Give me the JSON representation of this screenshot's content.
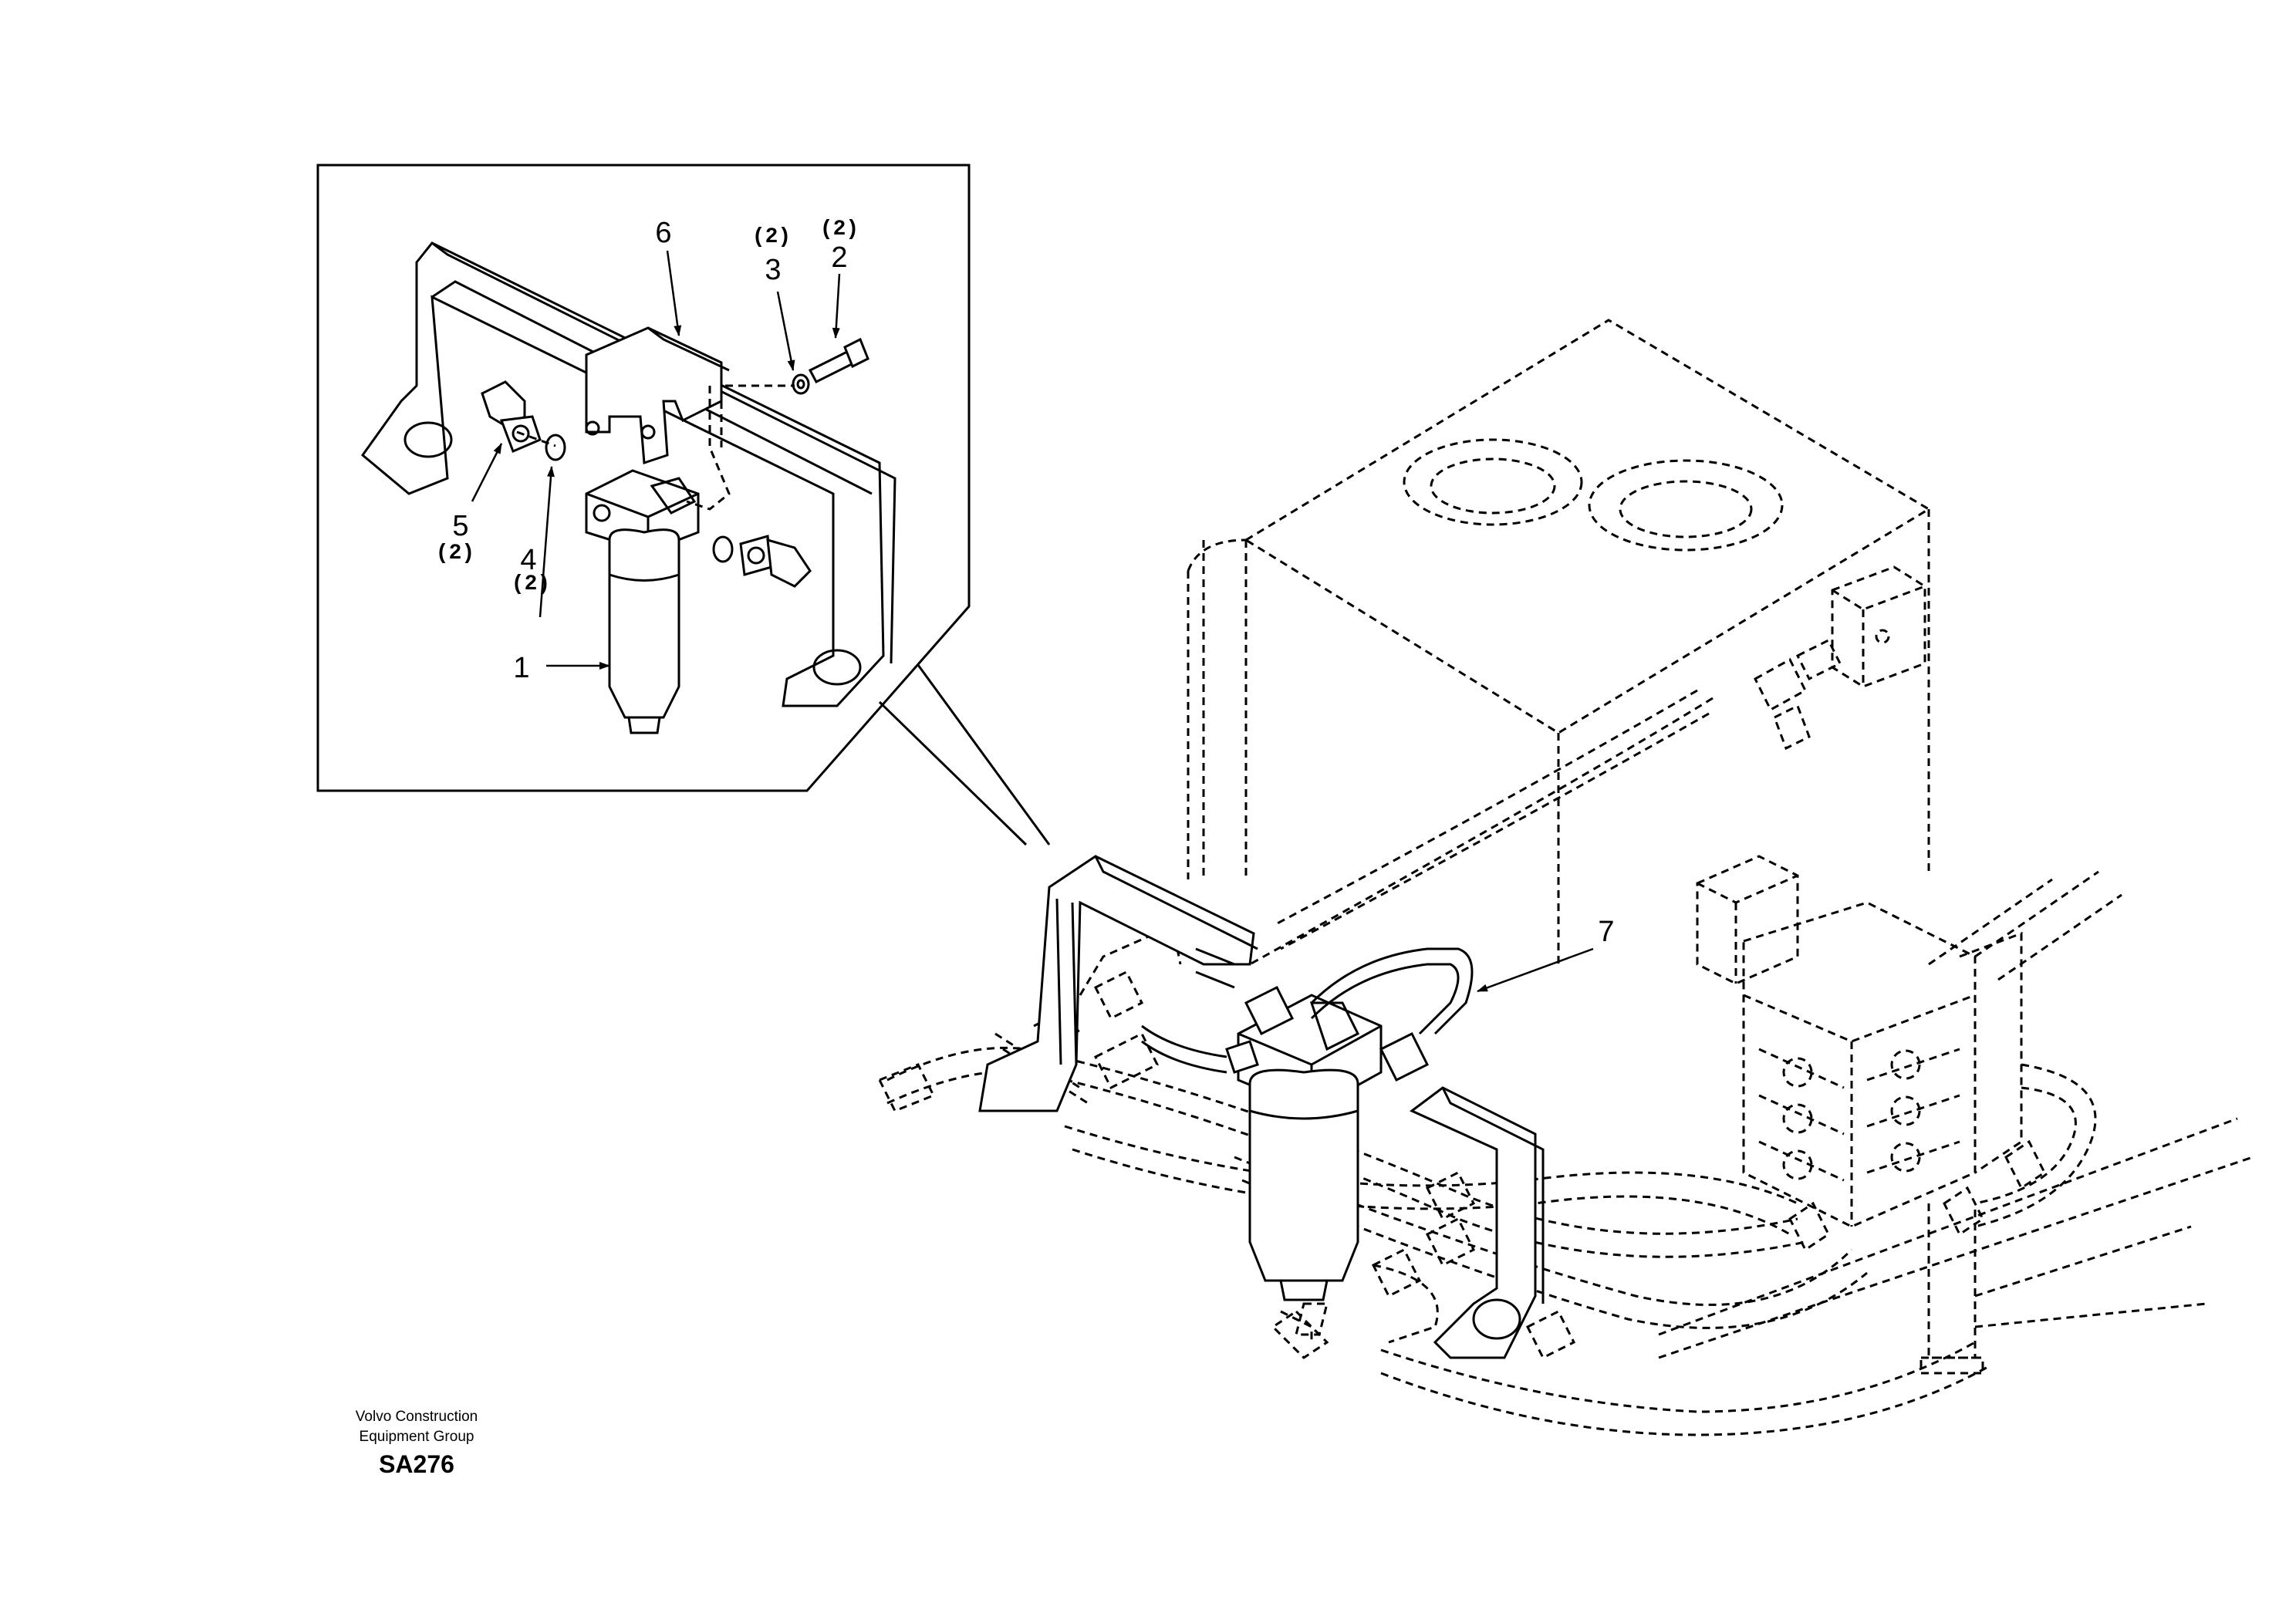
{
  "callouts": {
    "item_1": "1",
    "item_2": "2",
    "item_3": "3",
    "item_4": "4",
    "item_5": "5",
    "item_6": "6",
    "item_7": "7"
  },
  "quantities": {
    "item_2": "(2)",
    "item_3": "(2)",
    "item_4": "(2)",
    "item_5": "(2)"
  },
  "footer": {
    "company_line_1": "Volvo Construction",
    "company_line_2": "Equipment Group",
    "sheet_code": "SA276"
  }
}
